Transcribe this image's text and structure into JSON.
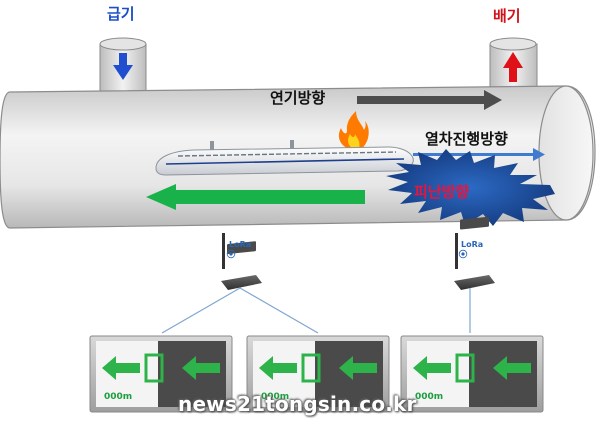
{
  "labels": {
    "intake": "급기",
    "exhaust": "배기",
    "smoke_direction": "연기방향",
    "train_direction": "열차진행방향",
    "evacuation_direction": "피난방향"
  },
  "gateway_brand": "LoRa",
  "exit_signs": [
    {
      "distance": "000m"
    },
    {
      "distance": "000m"
    },
    {
      "distance": "000m"
    }
  ],
  "watermark": "news21tongsin.co.kr",
  "colors": {
    "intake_arrow": "#1f4fd0",
    "exhaust_arrow": "#e01019",
    "smoke_arrow": "#4d4d4d",
    "train_arrow": "#3f7bd0",
    "evac_arrow": "#19b24a",
    "evac_burst": "#1d5aa8",
    "sign_green": "#2db34a"
  }
}
